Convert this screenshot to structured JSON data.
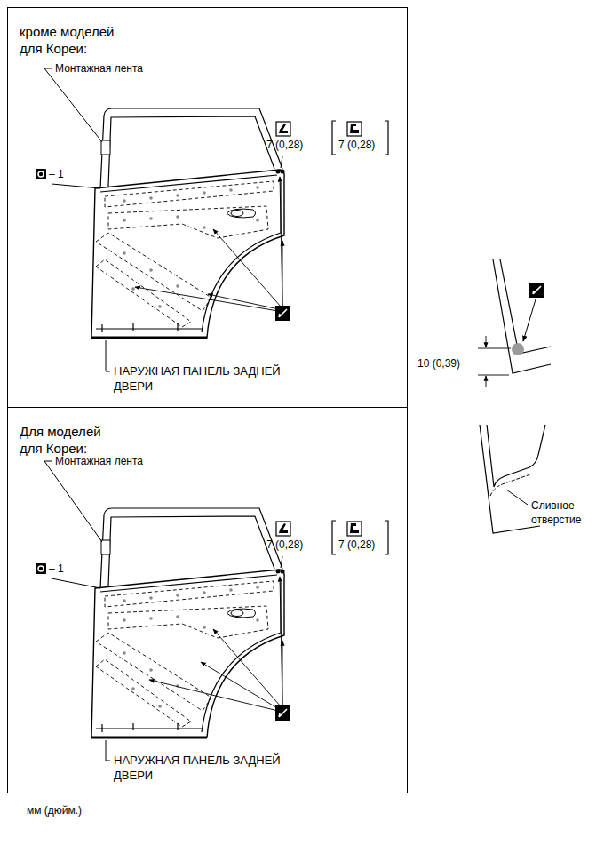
{
  "diagram": {
    "nodes": [
      {
        "text": [
          "кроме моделей для Кореи:"
        ]
      },
      {
        "text": [
          "Для моделей для Кореи:"
        ]
      }
    ],
    "labels": [
      "Монтажная лента",
      "– 1",
      "7 (0,28)",
      "7 (0,28)",
      "НАРУЖНАЯ ПАНЕЛЬ ЗАДНЕЙ ДВЕРИ",
      "Монтажная лента",
      "– 1",
      "7 (0,28)",
      "7 (0,28)",
      "НАРУЖНАЯ ПАНЕЛЬ ЗАДНЕЙ ДВЕРИ",
      "10 (0,39)",
      "Сливное отверстие",
      "мм (дюйм.)"
    ]
  }
}
